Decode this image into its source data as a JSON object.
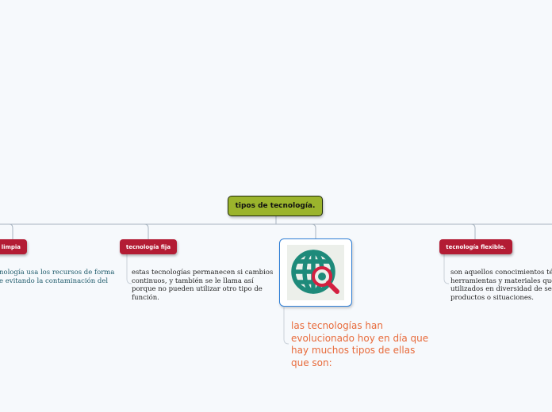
{
  "root": {
    "label": "tipos de tecnología."
  },
  "branches": {
    "limpia": {
      "label": "tecnología limpia",
      "note_lines": [
        "nología usa los recursos de forma",
        "e evitando la contaminación del"
      ]
    },
    "fija": {
      "label": "tecnología fija",
      "note_lines": [
        "estas tecnologías permanecen si cambios",
        "continuos, y también se le llama así",
        "porque no pueden utilizar otro tipo de",
        "función."
      ]
    },
    "flexible": {
      "label": "tecnología flexible.",
      "note_lines": [
        "son aquellos conocimientos téc",
        "herramientas y materiales que",
        "utilizados en diversidad de ser",
        "productos o situaciones."
      ]
    }
  },
  "center_node": {
    "icon": "globe-search-icon",
    "text_lines": [
      "las tecnologías han",
      "evolucionado hoy en día que",
      "hay muchos tipos de ellas",
      "que son:"
    ]
  },
  "colors": {
    "root_fill": "#9bb42c",
    "branch_fill": "#b31c34",
    "connector": "#a8b4c0",
    "globe": "#1e8a7a",
    "magnifier": "#d32040",
    "big_text": "#e86a3a"
  }
}
